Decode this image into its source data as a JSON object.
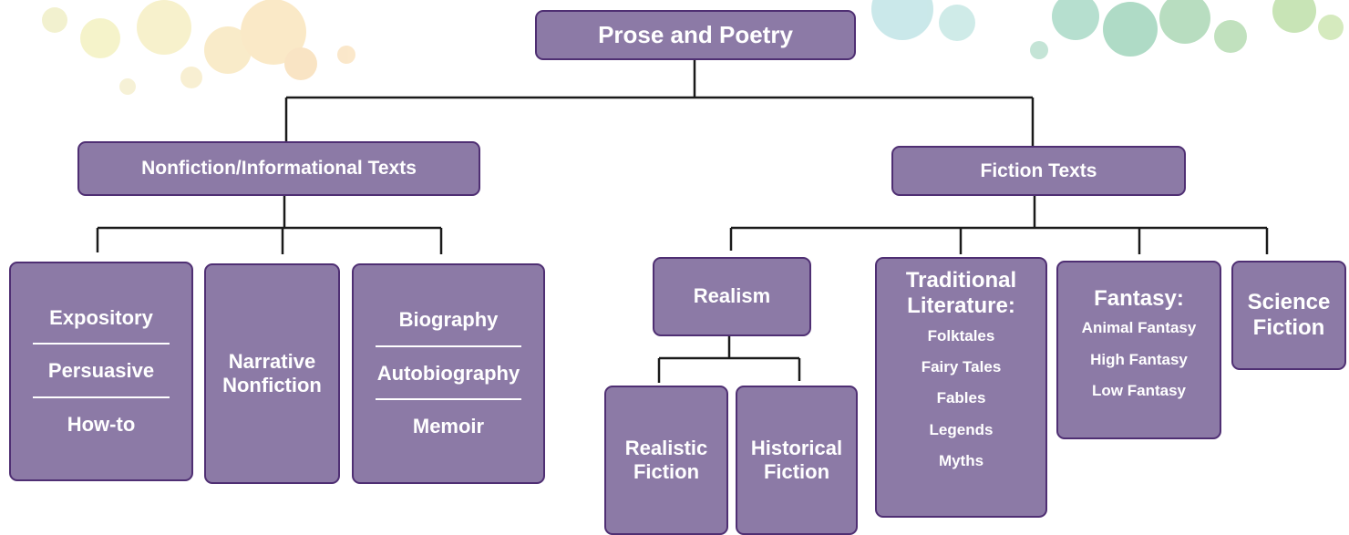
{
  "root": "Prose and Poetry",
  "nonfiction": {
    "title": "Nonfiction/Informational Texts",
    "expository": {
      "items": [
        "Expository",
        "Persuasive",
        "How-to"
      ]
    },
    "narrative": {
      "line1": "Narrative",
      "line2": "Nonfiction"
    },
    "bio": {
      "items": [
        "Biography",
        "Autobiography",
        "Memoir"
      ]
    }
  },
  "fiction": {
    "title": "Fiction Texts",
    "realism": {
      "title": "Realism",
      "realistic": {
        "line1": "Realistic",
        "line2": "Fiction"
      },
      "historical": {
        "line1": "Historical",
        "line2": "Fiction"
      }
    },
    "traditional": {
      "line1": "Traditional",
      "line2": "Literature:",
      "items": [
        "Folktales",
        "Fairy Tales",
        "Fables",
        "Legends",
        "Myths"
      ]
    },
    "fantasy": {
      "title": "Fantasy:",
      "items": [
        "Animal Fantasy",
        "High Fantasy",
        "Low Fantasy"
      ]
    },
    "scifi": {
      "line1": "Science",
      "line2": "Fiction"
    }
  },
  "colors": {
    "box_fill": "#8c7aa6",
    "box_border": "#4f2f73",
    "line": "#1a1a1a",
    "text": "#ffffff"
  }
}
